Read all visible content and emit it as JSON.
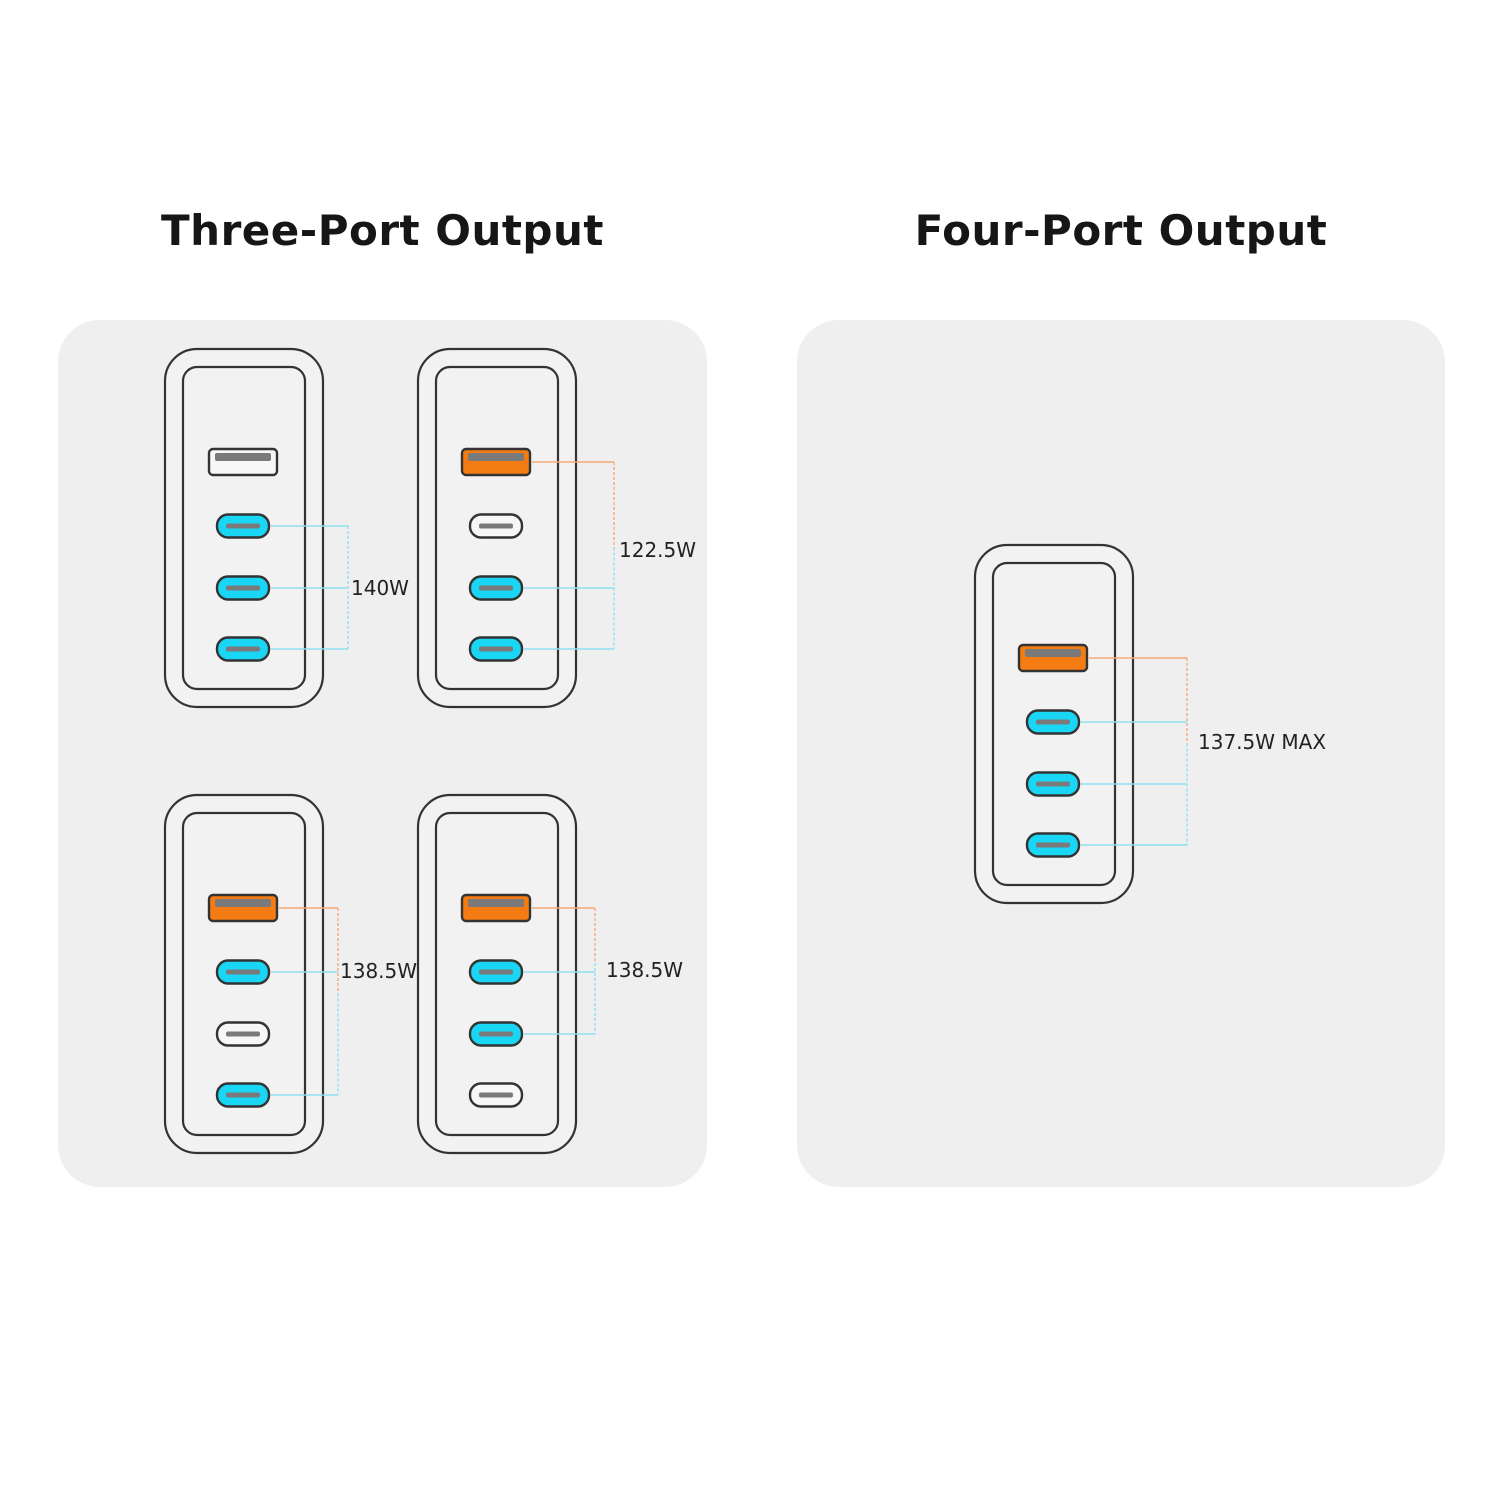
{
  "sections": [
    {
      "title": "Three-Port Output",
      "chargers": [
        {
          "ports": [
            "usb-a-off",
            "usb-c-on",
            "usb-c-on",
            "usb-c-on"
          ],
          "label": "140W"
        },
        {
          "ports": [
            "usb-a-on",
            "usb-c-off",
            "usb-c-on",
            "usb-c-on"
          ],
          "label": "122.5W"
        },
        {
          "ports": [
            "usb-a-on",
            "usb-c-on",
            "usb-c-off",
            "usb-c-on"
          ],
          "label": "138.5W"
        },
        {
          "ports": [
            "usb-a-on",
            "usb-c-on",
            "usb-c-on",
            "usb-c-off"
          ],
          "label": "138.5W"
        }
      ]
    },
    {
      "title": "Four-Port Output",
      "chargers": [
        {
          "ports": [
            "usb-a-on",
            "usb-c-on",
            "usb-c-on",
            "usb-c-on"
          ],
          "label": "137.5W MAX"
        }
      ]
    }
  ],
  "colors": {
    "usb_a_active": "#f47c12",
    "usb_c_active": "#1ad6f5",
    "inactive": "#f7f7f7",
    "outline": "#333333",
    "pin": "#7a7a7a",
    "line_orange": "#f6a878",
    "line_cyan": "#8fe0f2",
    "panel": "#efefef"
  }
}
